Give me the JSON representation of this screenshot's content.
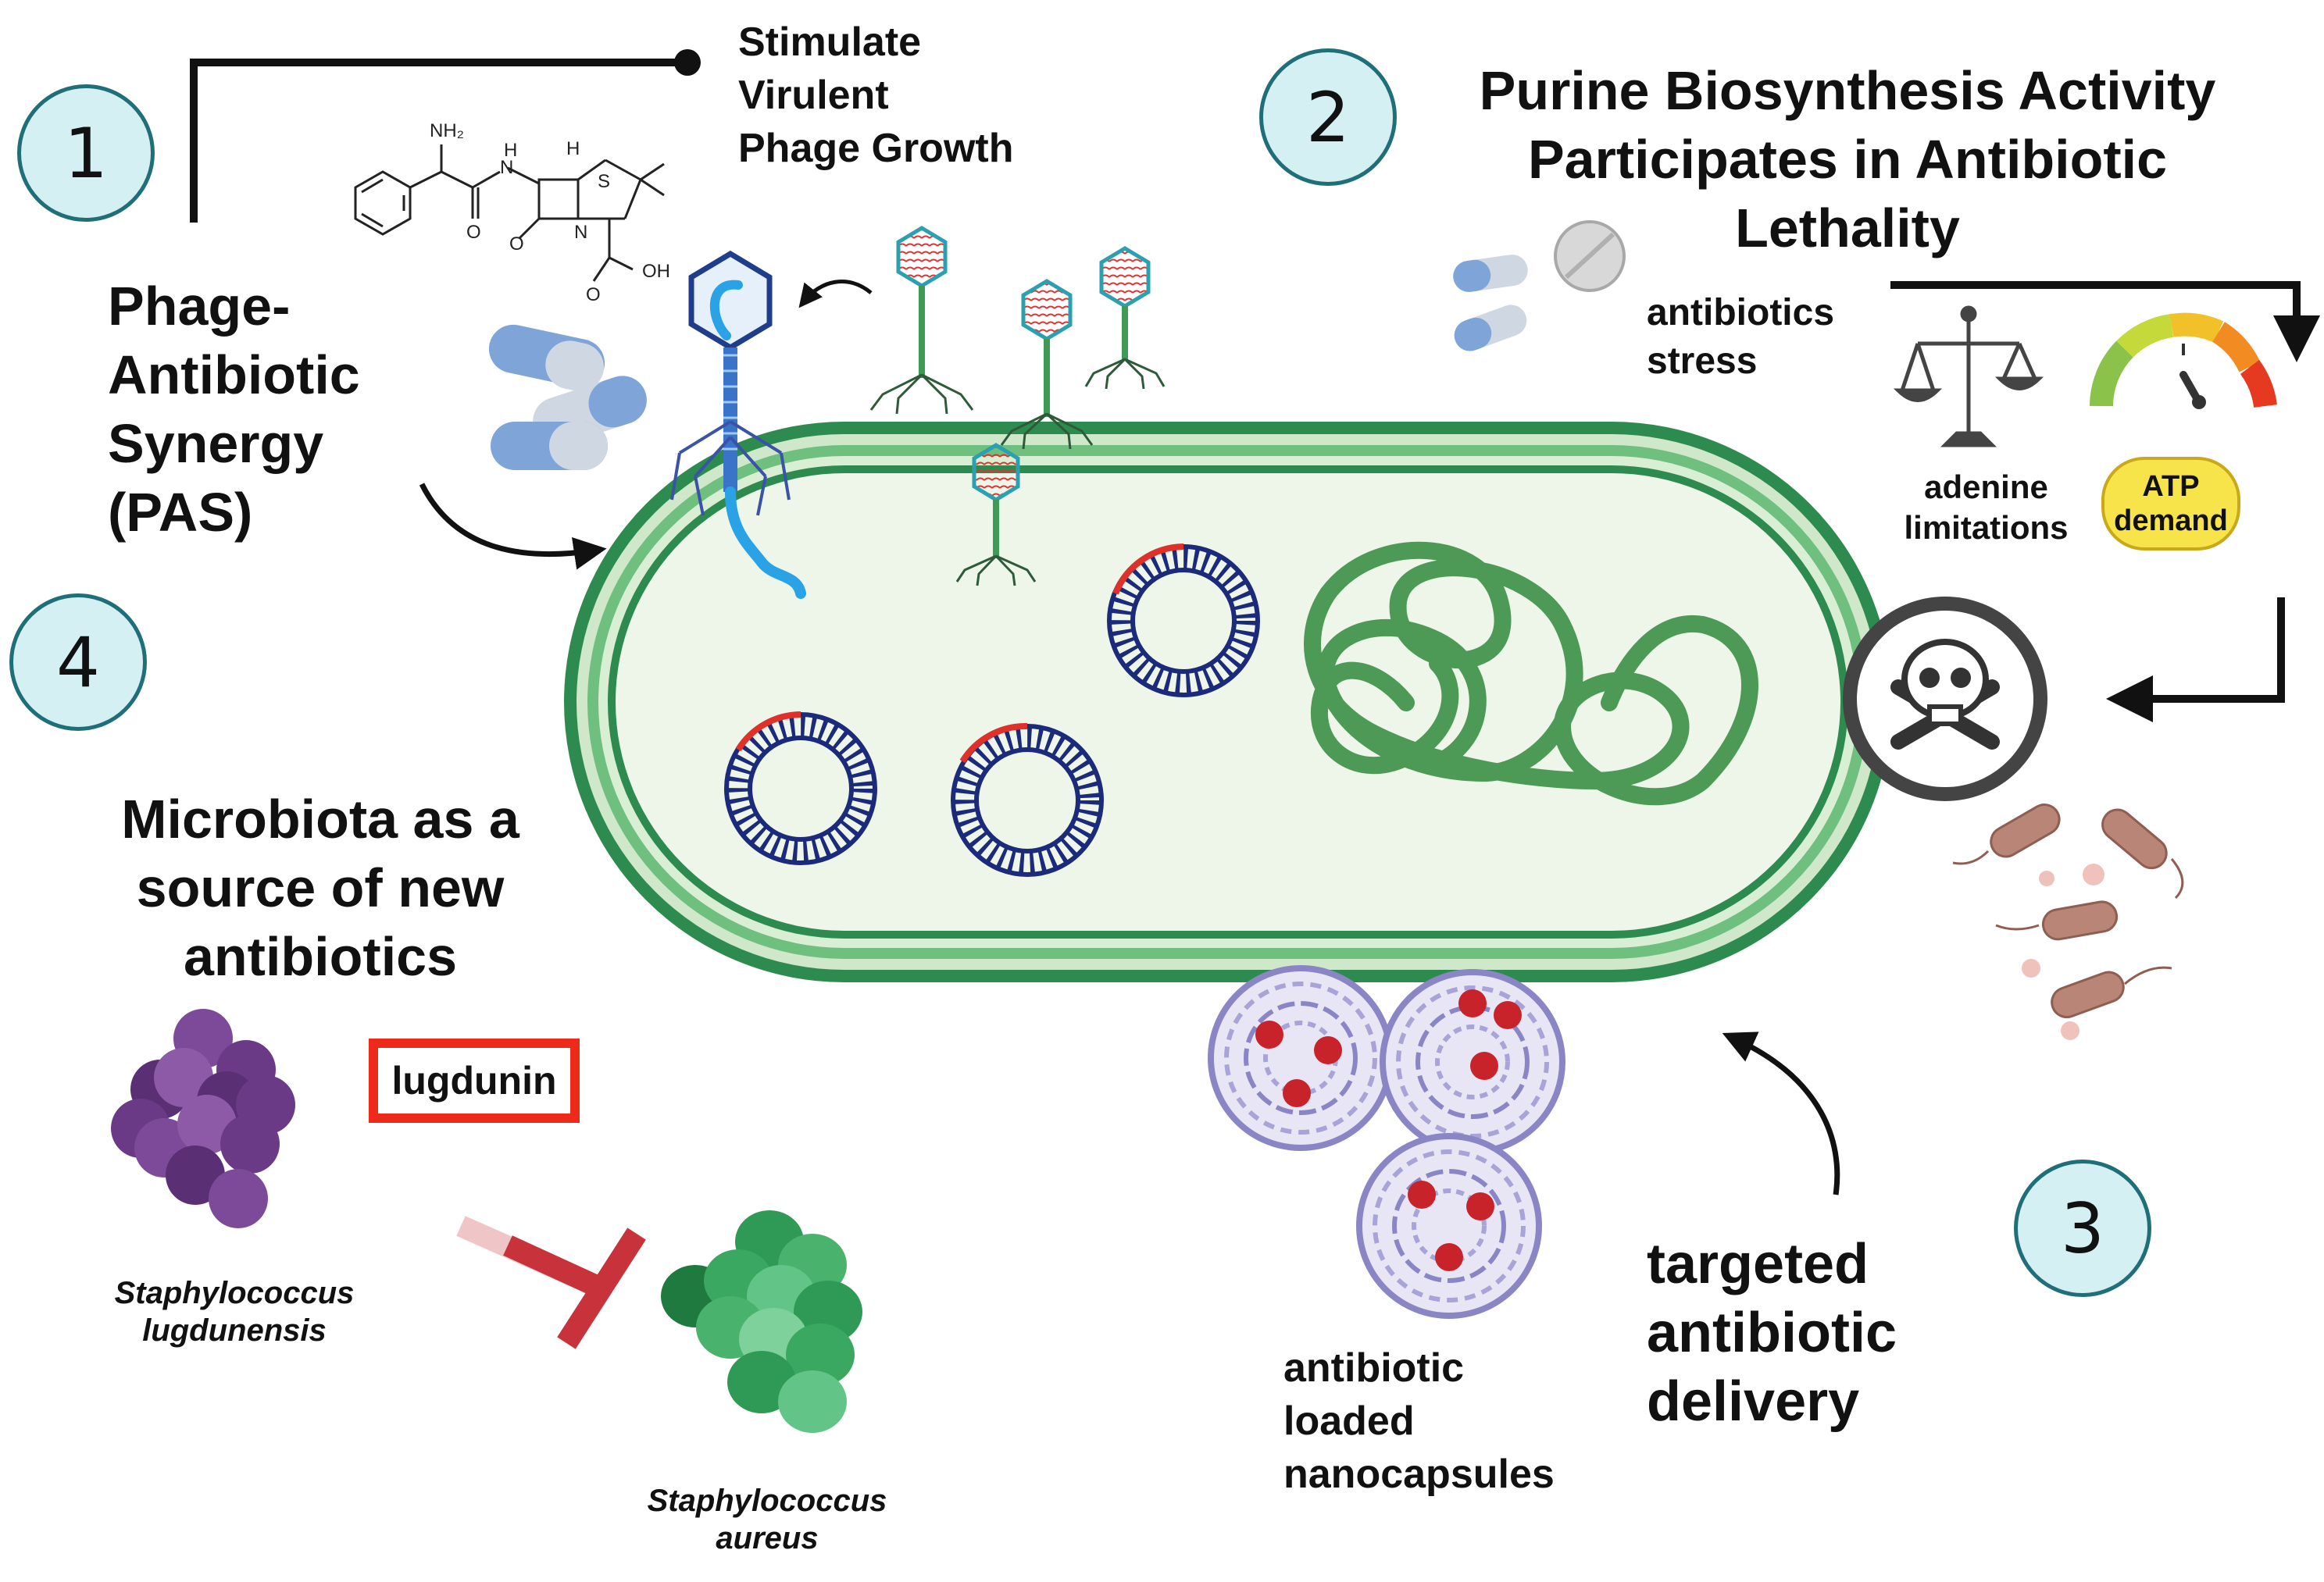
{
  "panel1": {
    "number": "1",
    "title_lines": [
      "Phage-",
      "Antibiotic",
      "Synergy",
      "(PAS)"
    ],
    "callout_lines": [
      "Stimulate",
      "Virulent",
      "Phage Growth"
    ],
    "molecule_labels": {
      "nh2": "NH₂",
      "h1": "H",
      "n1": "N",
      "h2": "H",
      "s": "S",
      "n2": "N",
      "o1": "O",
      "o2": "O",
      "oh": "OH",
      "o3": "O"
    }
  },
  "panel2": {
    "number": "2",
    "title_lines": [
      "Purine Biosynthesis Activity",
      "Participates in Antibiotic",
      "Lethality"
    ],
    "stress_lines": [
      "antibiotics",
      "stress"
    ],
    "adenine_lines": [
      "adenine",
      "limitations"
    ],
    "atp_lines": [
      "ATP",
      "demand"
    ]
  },
  "panel3": {
    "number": "3",
    "title_lines": [
      "targeted",
      "antibiotic",
      "delivery"
    ],
    "nano_lines": [
      "antibiotic",
      "loaded",
      "nanocapsules"
    ]
  },
  "panel4": {
    "number": "4",
    "title_lines": [
      "Microbiota as a",
      "source of new",
      "antibiotics"
    ],
    "compound": "lugdunin",
    "organism1_lines": [
      "Staphylococcus",
      "lugdunensis"
    ],
    "organism2_lines": [
      "Staphylococcus",
      "aureus"
    ]
  },
  "colors": {
    "badge_fill": "#d5f0f3",
    "badge_stroke": "#1f6f78",
    "cell_membrane": "#2e8b4f",
    "cell_fill": "#eef6ea",
    "dna": "#4c9a55",
    "plasmid_blue": "#1b2a7a",
    "plasmid_red": "#e0302a",
    "inhibit": "#c8323a",
    "lugdunin_box": "#ee2a1b",
    "atp_fill": "#f6e44a",
    "s_lugdunensis": "#6b3a86",
    "s_aureus": "#2f9a55"
  },
  "icons": [
    "phage-icon",
    "pill-icon",
    "tablet-icon",
    "scale-icon",
    "gauge-icon",
    "skull-icon",
    "nanocapsule-icon",
    "plasmid-icon",
    "dna-icon",
    "bacterium-icon",
    "penicillin-molecule-icon"
  ]
}
